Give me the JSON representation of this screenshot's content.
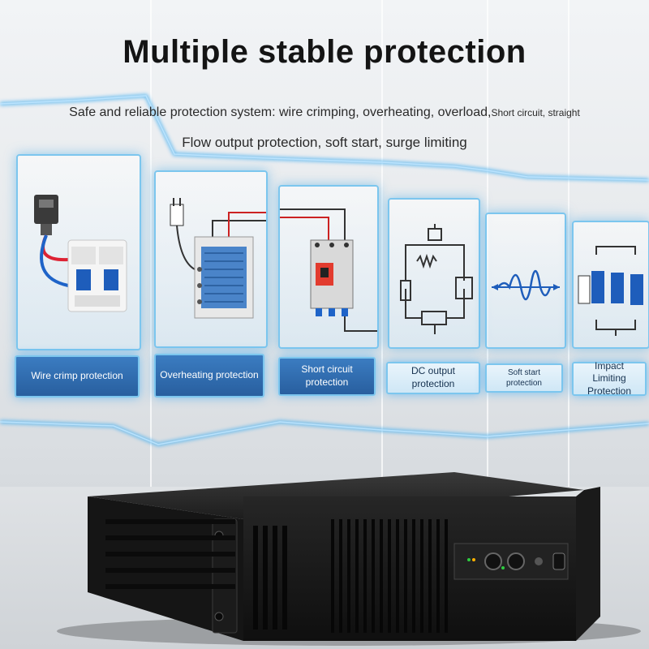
{
  "headline": {
    "title": "Multiple stable protection",
    "subtitle_line1_main": "Safe and reliable protection system: wire crimping, overheating, overload,",
    "subtitle_line1_tail": "Short circuit, straight",
    "subtitle_line2": "Flow output protection, soft start, surge limiting"
  },
  "features": [
    {
      "label": "Wire crimp protection",
      "icon": "circuit-breaker-icon"
    },
    {
      "label": "Overheating protection",
      "icon": "overheat-relay-icon"
    },
    {
      "label": "Short circuit protection",
      "icon": "molded-case-breaker-icon"
    },
    {
      "label": "DC output protection",
      "icon": "dc-circuit-diagram-icon"
    },
    {
      "label": "Soft start protection",
      "icon": "sine-wave-icon"
    },
    {
      "label": "Impact Limiting Protection",
      "icon": "parallel-circuit-icon"
    }
  ],
  "colors": {
    "glow": "#4fb3ef",
    "label_fill": "#2f6fb0",
    "amplifier_body": "#1c1c1c"
  }
}
